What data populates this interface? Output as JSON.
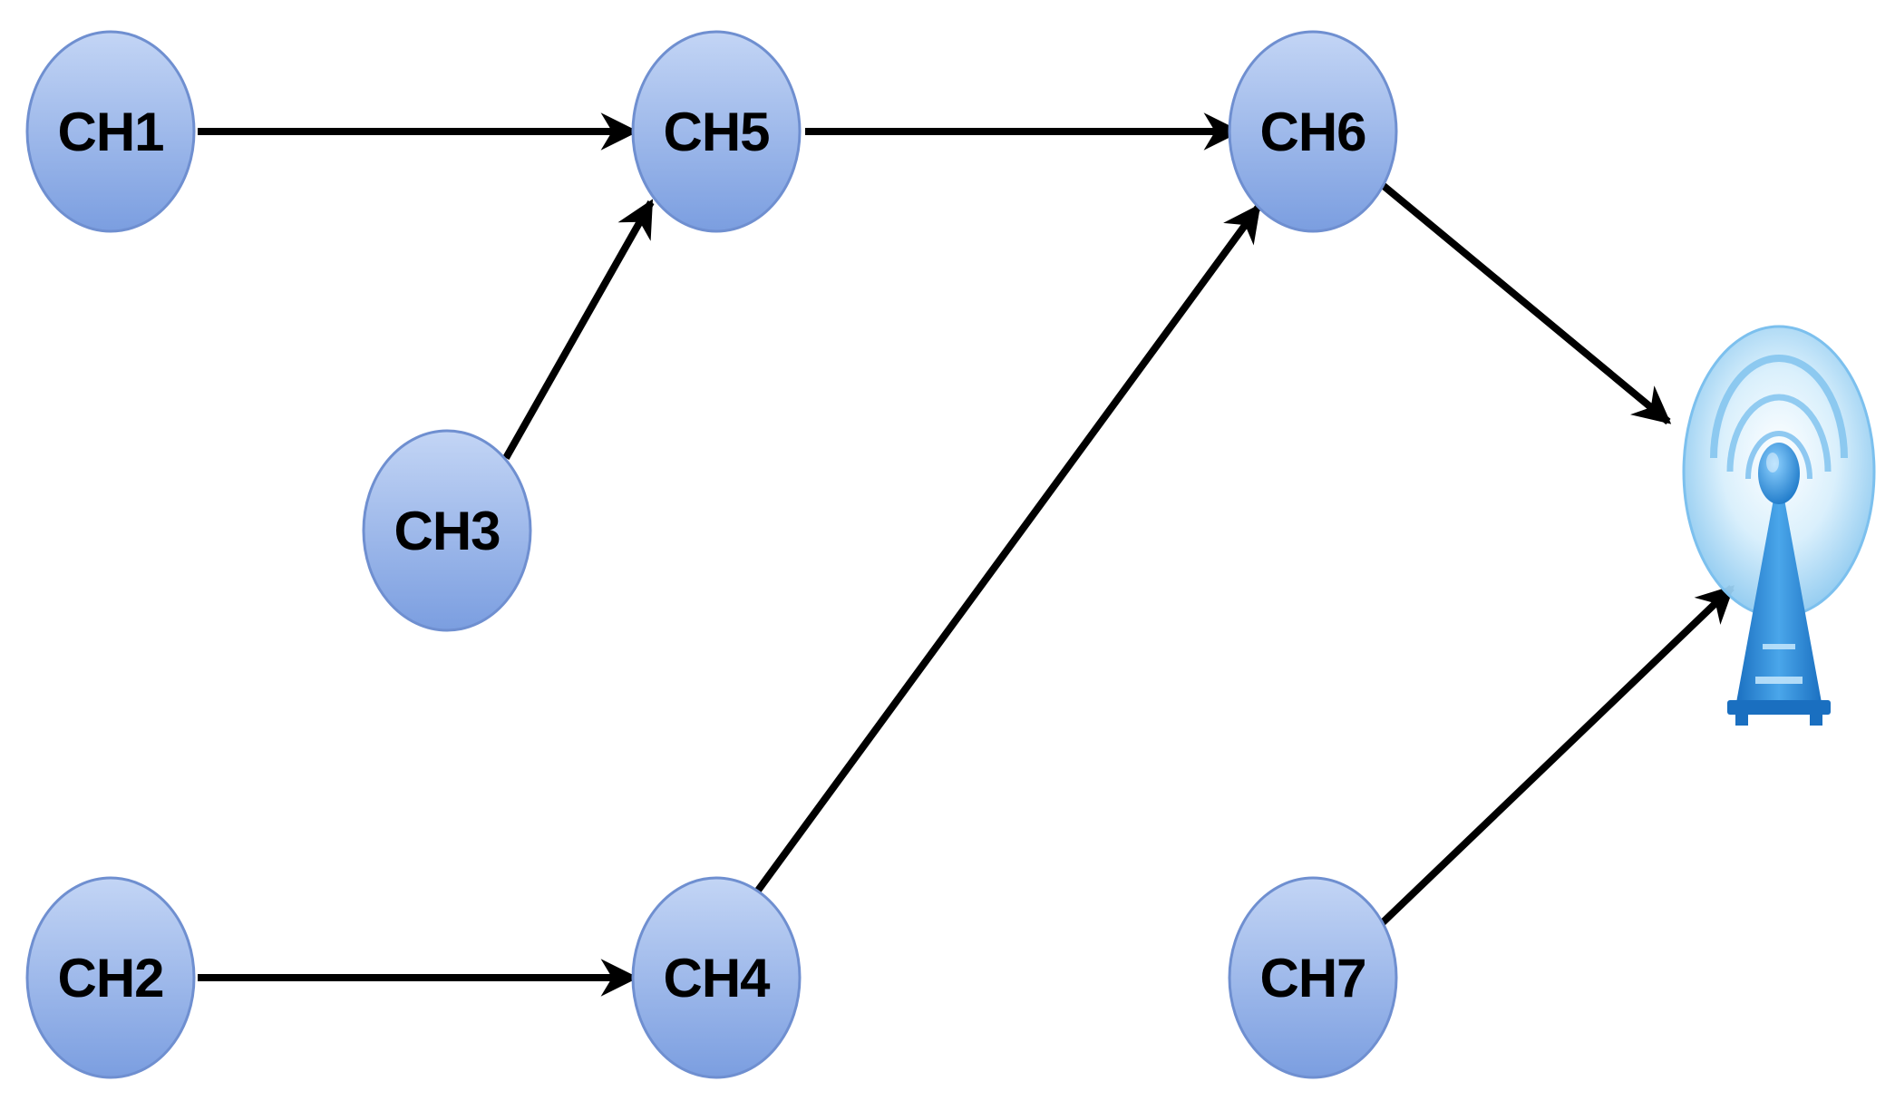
{
  "nodes": [
    {
      "id": "ch1",
      "label": "CH1"
    },
    {
      "id": "ch2",
      "label": "CH2"
    },
    {
      "id": "ch3",
      "label": "CH3"
    },
    {
      "id": "ch4",
      "label": "CH4"
    },
    {
      "id": "ch5",
      "label": "CH5"
    },
    {
      "id": "ch6",
      "label": "CH6"
    },
    {
      "id": "ch7",
      "label": "CH7"
    }
  ],
  "edges": [
    {
      "from": "ch1",
      "to": "ch5"
    },
    {
      "from": "ch3",
      "to": "ch5"
    },
    {
      "from": "ch5",
      "to": "ch6"
    },
    {
      "from": "ch2",
      "to": "ch4"
    },
    {
      "from": "ch4",
      "to": "ch6"
    },
    {
      "from": "ch6",
      "to": "base-station"
    },
    {
      "from": "ch7",
      "to": "base-station"
    }
  ],
  "colors": {
    "node_fill_top": "#b9cdf2",
    "node_fill_bottom": "#7ea0e0",
    "node_stroke": "#6f8fd0",
    "edge": "#000000",
    "tower": "#3a8fd6",
    "tower_glow": "#9fd4f5"
  },
  "icons": {
    "base_station": "radio-tower-icon"
  }
}
